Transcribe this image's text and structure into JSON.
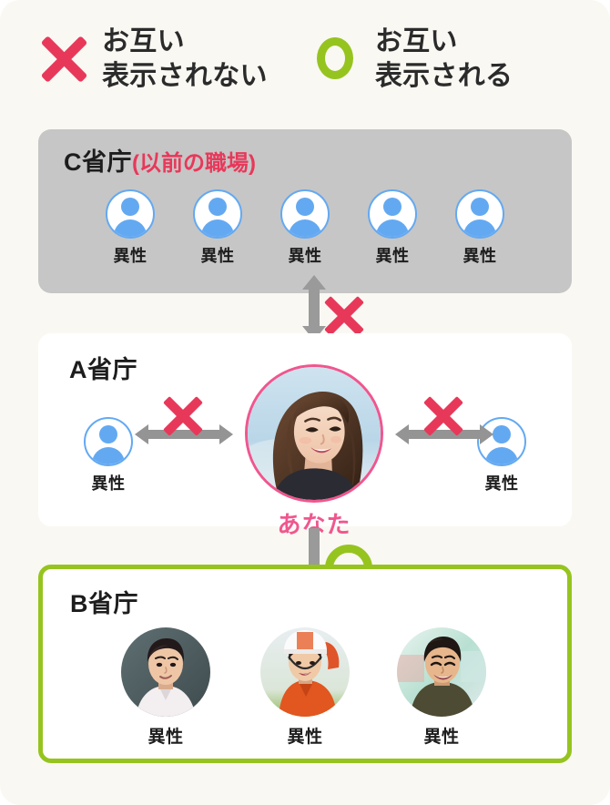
{
  "legend": {
    "items": [
      {
        "icon": "x-mark-icon",
        "label": "お互い\n表示されない",
        "color": "#e8385a"
      },
      {
        "icon": "o-mark-icon",
        "label": "お互い\n表示される",
        "color": "#96c41e"
      }
    ]
  },
  "sections": {
    "c": {
      "title": "C省庁",
      "subtitle": "(以前の職場)",
      "bg_color": "#c6c6c6",
      "people": [
        {
          "label": "異性"
        },
        {
          "label": "異性"
        },
        {
          "label": "異性"
        },
        {
          "label": "異性"
        },
        {
          "label": "異性"
        }
      ]
    },
    "a": {
      "title": "A省庁",
      "bg_color": "#ffffff",
      "left_person": {
        "label": "異性"
      },
      "right_person": {
        "label": "異性"
      },
      "you": {
        "label": "あなた",
        "color": "#f0568e"
      }
    },
    "b": {
      "title": "B省庁",
      "border_color": "#96c41e",
      "people": [
        {
          "label": "異性"
        },
        {
          "label": "異性"
        },
        {
          "label": "異性"
        }
      ]
    }
  },
  "connectors": {
    "c_to_a": {
      "mark": "x-mark-icon",
      "arrow": "double-headed-vertical"
    },
    "a_left": {
      "mark": "x-mark-icon",
      "arrow": "double-headed-horizontal"
    },
    "a_right": {
      "mark": "x-mark-icon",
      "arrow": "double-headed-horizontal"
    },
    "a_to_b": {
      "mark": "o-mark-icon",
      "arrow": "down-vertical"
    }
  },
  "colors": {
    "page_bg": "#f9f8f3",
    "red": "#e8385a",
    "green": "#96c41e",
    "pink": "#f0568e",
    "blue": "#63a9f2",
    "gray_arrow": "#9a9a9a"
  }
}
